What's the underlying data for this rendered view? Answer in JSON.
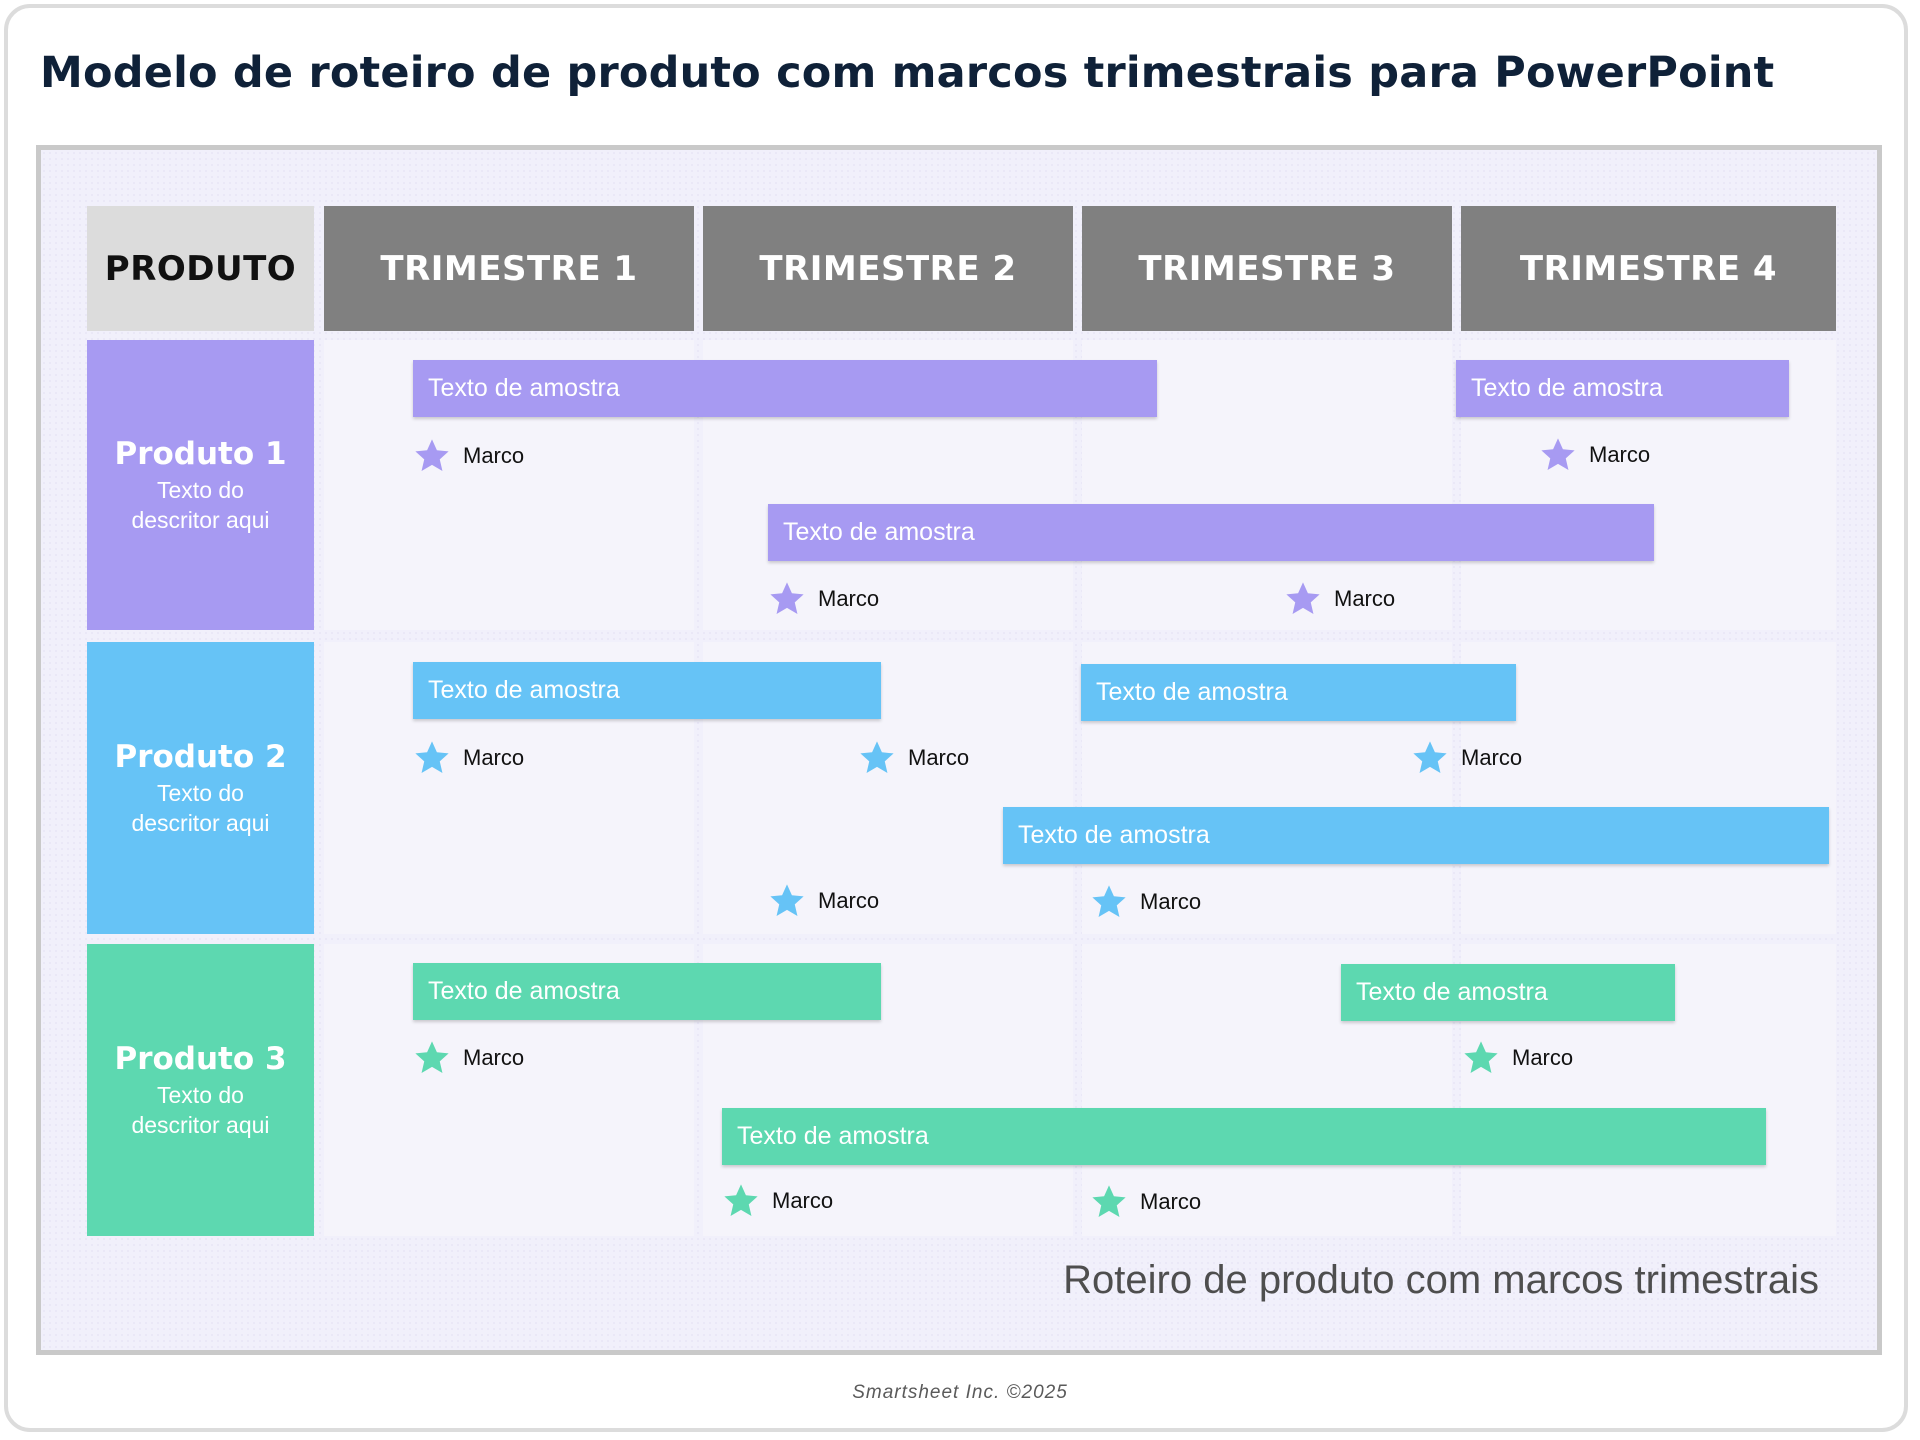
{
  "title": "Modelo de roteiro de produto com marcos trimestrais para PowerPoint",
  "header": {
    "product_label": "PRODUTO",
    "quarters": [
      "TRIMESTRE 1",
      "TRIMESTRE 2",
      "TRIMESTRE 3",
      "TRIMESTRE 4"
    ]
  },
  "colors": {
    "produto_1": "#a79af2",
    "produto_2": "#66c3f6",
    "produto_3": "#5dd8b0",
    "header": "#808080"
  },
  "products": [
    {
      "name": "Produto 1",
      "descriptor": "Texto do descritor aqui",
      "bars": [
        "Texto de amostra",
        "Texto de amostra",
        "Texto de amostra"
      ],
      "milestones": [
        "Marco",
        "Marco",
        "Marco",
        "Marco"
      ]
    },
    {
      "name": "Produto 2",
      "descriptor": "Texto do descritor aqui",
      "bars": [
        "Texto de amostra",
        "Texto de amostra",
        "Texto de amostra"
      ],
      "milestones": [
        "Marco",
        "Marco",
        "Marco",
        "Marco",
        "Marco"
      ]
    },
    {
      "name": "Produto 3",
      "descriptor": "Texto do descritor aqui",
      "bars": [
        "Texto de amostra",
        "Texto de amostra",
        "Texto de amostra"
      ],
      "milestones": [
        "Marco",
        "Marco",
        "Marco",
        "Marco"
      ]
    }
  ],
  "caption": "Roteiro de produto com marcos trimestrais",
  "copyright": "Smartsheet Inc. ©2025"
}
